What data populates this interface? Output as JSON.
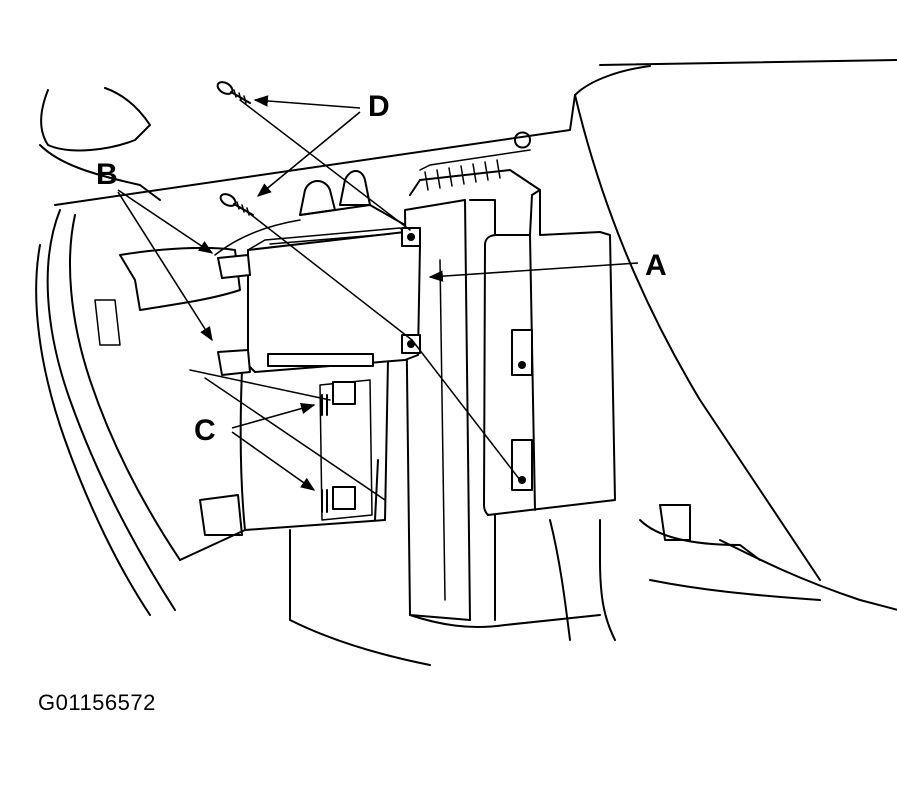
{
  "figure": {
    "id": "G01156572"
  },
  "callouts": [
    {
      "key": "A",
      "label": "A"
    },
    {
      "key": "B",
      "label": "B"
    },
    {
      "key": "C",
      "label": "C"
    },
    {
      "key": "D",
      "label": "D"
    }
  ],
  "colors": {
    "ink": "#000000",
    "paper": "#ffffff"
  }
}
